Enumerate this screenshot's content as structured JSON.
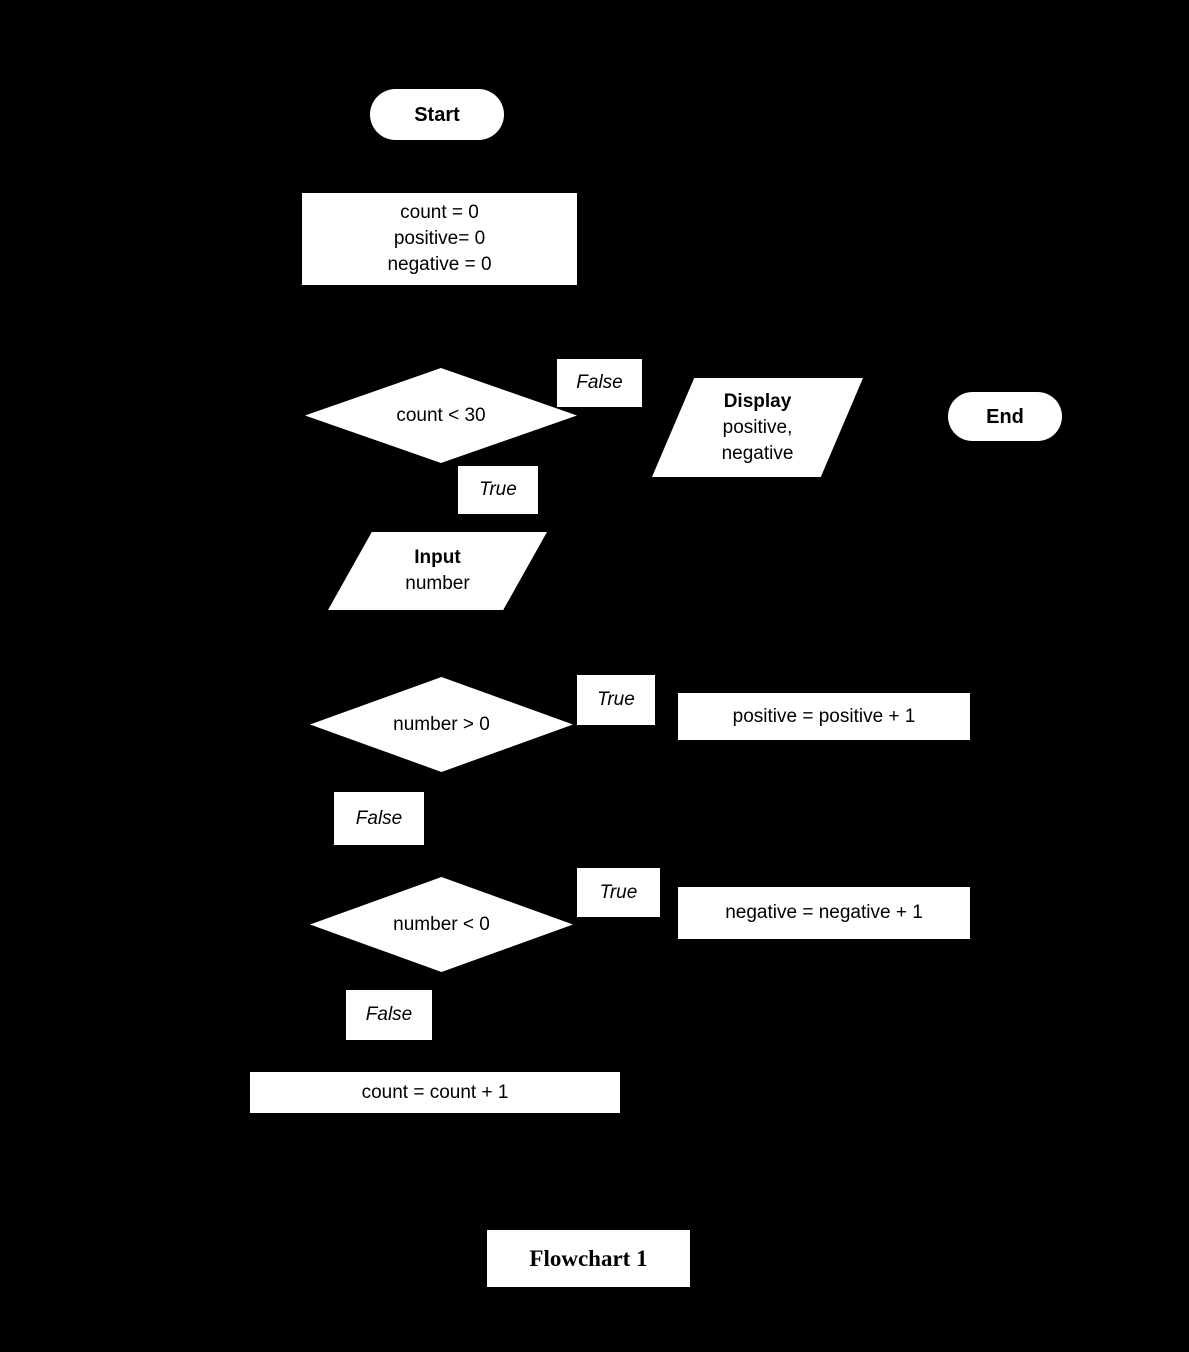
{
  "colors": {
    "background": "#000000",
    "shape_fill": "#ffffff",
    "text": "#000000"
  },
  "caption": {
    "label": "Flowchart 1"
  },
  "nodes": {
    "start": {
      "label": "Start"
    },
    "init": {
      "lines": [
        "count = 0",
        "positive= 0",
        "negative = 0"
      ]
    },
    "count_check": {
      "label": "count < 30"
    },
    "count_false": {
      "label": "False"
    },
    "count_true": {
      "label": "True"
    },
    "display": {
      "title": "Display",
      "lines": [
        "positive,",
        "negative"
      ]
    },
    "end": {
      "label": "End"
    },
    "input": {
      "title": "Input",
      "lines": [
        "number"
      ]
    },
    "positive_check": {
      "label": "number > 0"
    },
    "positive_true": {
      "label": "True"
    },
    "positive_false": {
      "label": "False"
    },
    "positive_step": {
      "label": "positive = positive + 1"
    },
    "negative_check": {
      "label": "number < 0"
    },
    "negative_true": {
      "label": "True"
    },
    "negative_false": {
      "label": "False"
    },
    "negative_step": {
      "label": "negative = negative + 1"
    },
    "count_step": {
      "label": "count = count + 1"
    }
  }
}
